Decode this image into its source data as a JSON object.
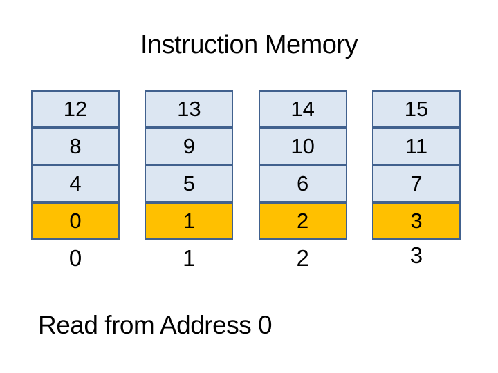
{
  "title": {
    "text": "Instruction Memory"
  },
  "memory": {
    "columns": [
      {
        "address": "0",
        "cells": [
          "12",
          "8",
          "4",
          "0"
        ]
      },
      {
        "address": "1",
        "cells": [
          "13",
          "9",
          "5",
          "1"
        ]
      },
      {
        "address": "2",
        "cells": [
          "14",
          "10",
          "6",
          "2"
        ]
      },
      {
        "address": "3",
        "cells": [
          "15",
          "11",
          "7",
          "3"
        ]
      }
    ],
    "highlighted_row_index": 3
  },
  "caption": {
    "text": "Read from Address 0"
  },
  "colors": {
    "background": "#ffffff",
    "cell_fill": "#dce6f2",
    "cell_border": "#41618e",
    "highlight_fill": "#ffc000",
    "text_color": "#000000"
  }
}
